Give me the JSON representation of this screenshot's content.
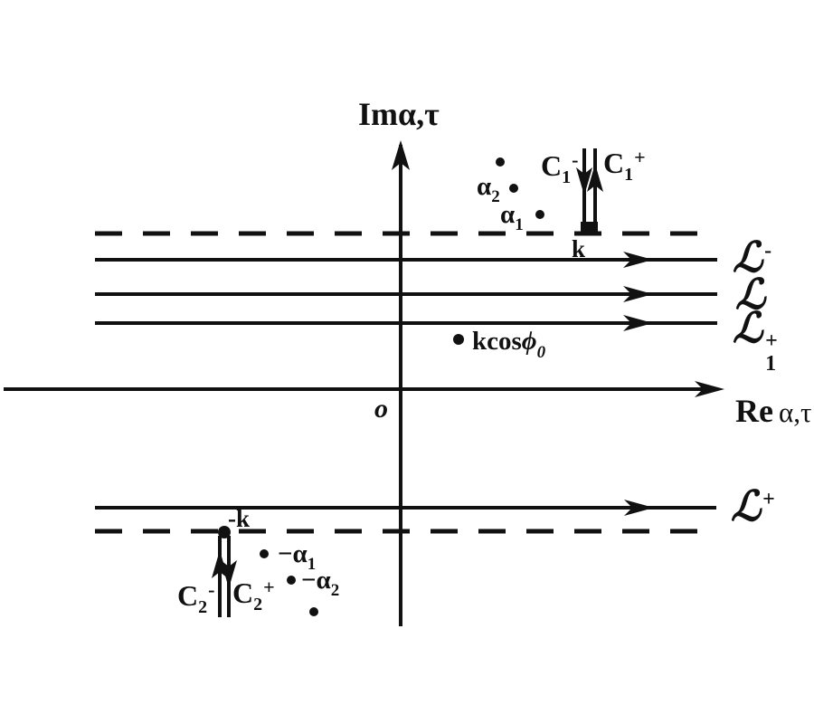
{
  "colors": {
    "ink": "#111111",
    "background": "#ffffff"
  },
  "axes": {
    "im": {
      "prefix": "Im",
      "symbols": "α,τ"
    },
    "re": {
      "prefix": "Re",
      "symbols": "α,τ"
    },
    "origin": "o"
  },
  "contours": {
    "L_minus": {
      "base": "ℒ",
      "sup": "-"
    },
    "L": {
      "base": "ℒ"
    },
    "L1_plus": {
      "base": "ℒ",
      "sub": "1",
      "sup": "+"
    },
    "L_plus": {
      "base": "ℒ",
      "sup": "+"
    }
  },
  "branch_cuts": {
    "C1_minus": {
      "base": "C",
      "sub": "1",
      "sup": "-"
    },
    "C1_plus": {
      "base": "C",
      "sub": "1",
      "sup": "+"
    },
    "C2_minus": {
      "base": "C",
      "sub": "2",
      "sup": "-"
    },
    "C2_plus": {
      "base": "C",
      "sub": "2",
      "sup": "+"
    },
    "k": "k",
    "neg_k": "-k"
  },
  "poles": {
    "alpha1": {
      "base": "α",
      "sub": "1"
    },
    "alpha2": {
      "base": "α",
      "sub": "2"
    },
    "neg_alpha1": {
      "base": "−α",
      "sub": "1"
    },
    "neg_alpha2": {
      "base": "−α",
      "sub": "2"
    },
    "saddle": {
      "base": "kcos",
      "phi": "ϕ",
      "sub": "0"
    }
  }
}
